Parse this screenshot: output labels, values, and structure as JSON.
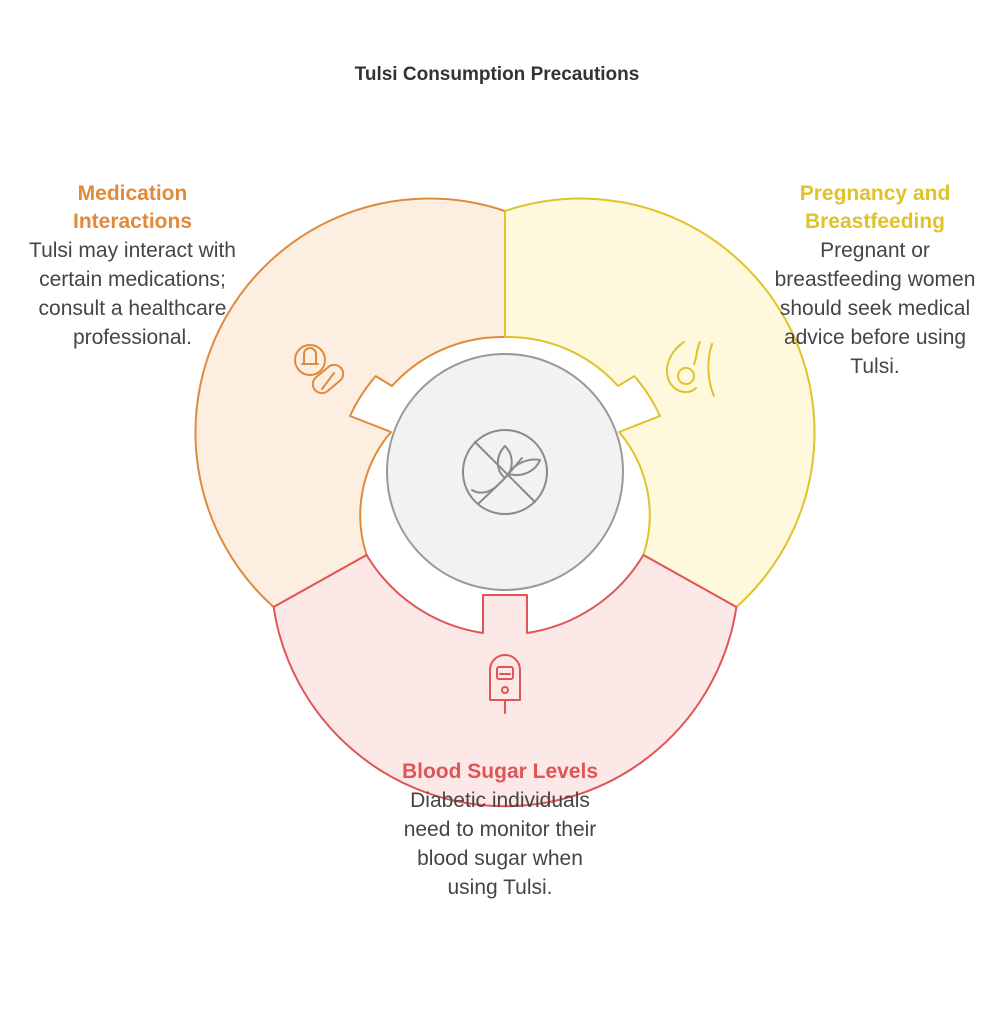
{
  "title": "Tulsi Consumption Precautions",
  "segments": [
    {
      "key": "medication",
      "heading": "Medication Interactions",
      "description": "Tulsi may interact with certain medications; consult a healthcare professional.",
      "icon": "pills-icon",
      "color": "#e08a3c",
      "fill": "#fdeee2"
    },
    {
      "key": "pregnancy",
      "heading": "Pregnancy and Breastfeeding",
      "description": "Pregnant or breastfeeding women should seek medical advice before using Tulsi.",
      "icon": "pregnant-belly-icon",
      "color": "#e0c22a",
      "fill": "#fef9dc"
    },
    {
      "key": "blood",
      "heading": "Blood Sugar Levels",
      "description": "Diabetic individuals need to monitor their blood sugar when using Tulsi.",
      "icon": "glucose-meter-icon",
      "color": "#e05555",
      "fill": "#fde8e8"
    }
  ],
  "center": {
    "icon": "no-herb-icon",
    "color": "#999999",
    "fill": "#f2f2f2"
  }
}
